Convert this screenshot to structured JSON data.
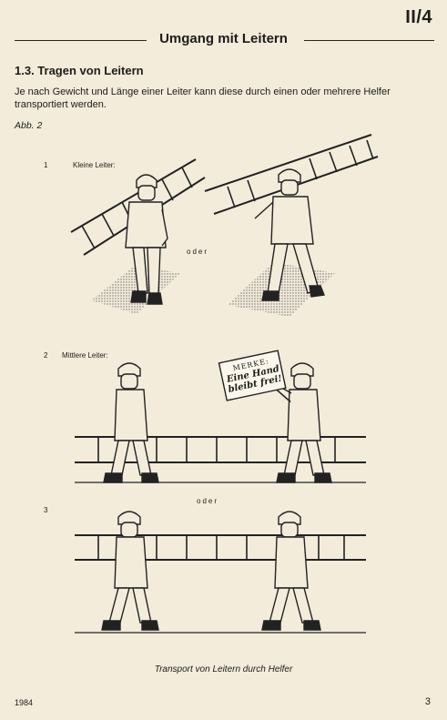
{
  "header": {
    "section_code": "II/4",
    "title": "Umgang mit Leitern"
  },
  "section": {
    "heading": "1.3. Tragen von Leitern",
    "intro": "Je nach Gewicht und Länge einer Leiter kann diese durch einen oder mehrere Helfer transportiert werden.",
    "figure_ref": "Abb. 2"
  },
  "steps": [
    {
      "number": "1",
      "label": "Kleine Leiter:"
    },
    {
      "number": "2",
      "label": "Mittlere Leiter:"
    },
    {
      "number": "3",
      "label": ""
    }
  ],
  "separators": {
    "oder_1": "oder",
    "oder_2": "oder"
  },
  "sign": {
    "line1": "MERKE:",
    "line2": "Eine Hand",
    "line3": "bleibt frei!"
  },
  "caption": "Transport von Leitern durch Helfer",
  "footer": {
    "year": "1984",
    "page": "3"
  }
}
